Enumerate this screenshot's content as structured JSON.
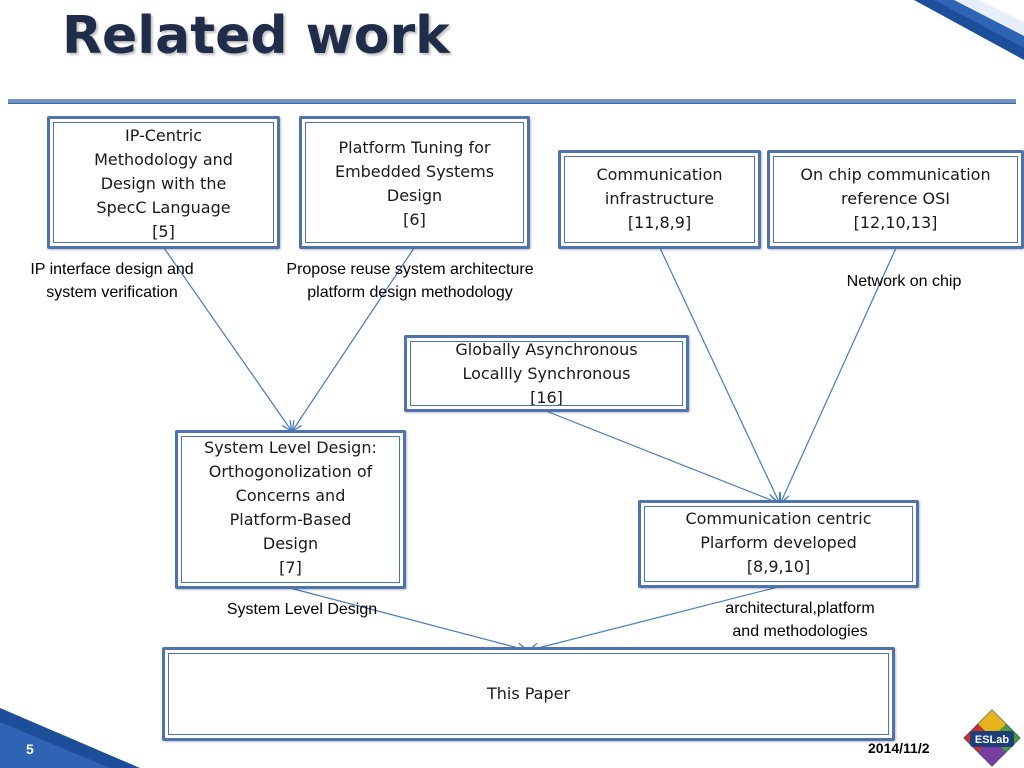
{
  "slide": {
    "title": "Related work",
    "page_number": "5",
    "date": "2014/11/2",
    "logo_text": "ESLab"
  },
  "boxes": {
    "ip_centric": [
      "IP-Centric",
      "Methodology and",
      "Design with the",
      "SpecC Language",
      "[5]"
    ],
    "platform_tuning": [
      "Platform Tuning for",
      "Embedded Systems",
      "Design",
      "[6]"
    ],
    "comm_infra": [
      "Communication",
      "infrastructure",
      "[11,8,9]"
    ],
    "on_chip": [
      "On chip communication",
      "reference OSI",
      "[12,10,13]"
    ],
    "gals": [
      "Globally Asynchronous",
      "Locallly Synchronous",
      "[16]"
    ],
    "system_level": [
      "System Level Design:",
      "Orthogonolization of",
      "Concerns and",
      "Platform-Based",
      "Design",
      "[7]"
    ],
    "comm_centric": [
      "Communication centric",
      "Plarform developed",
      "[8,9,10]"
    ],
    "this_paper": [
      "This Paper"
    ]
  },
  "labels": {
    "ip_interface": [
      "IP interface design and",
      "system verification"
    ],
    "propose_reuse": [
      "Propose reuse system architecture",
      "platform design methodology"
    ],
    "network_on_chip": [
      "Network on chip"
    ],
    "system_level_design": [
      "System Level Design"
    ],
    "architectural": [
      "architectural,platform",
      "and methodologies"
    ]
  },
  "colors": {
    "box_border": "#4f73ad",
    "arrow": "#4a7abf",
    "title": "#1f2d4a",
    "corner_blue": "#1c4e9a"
  }
}
